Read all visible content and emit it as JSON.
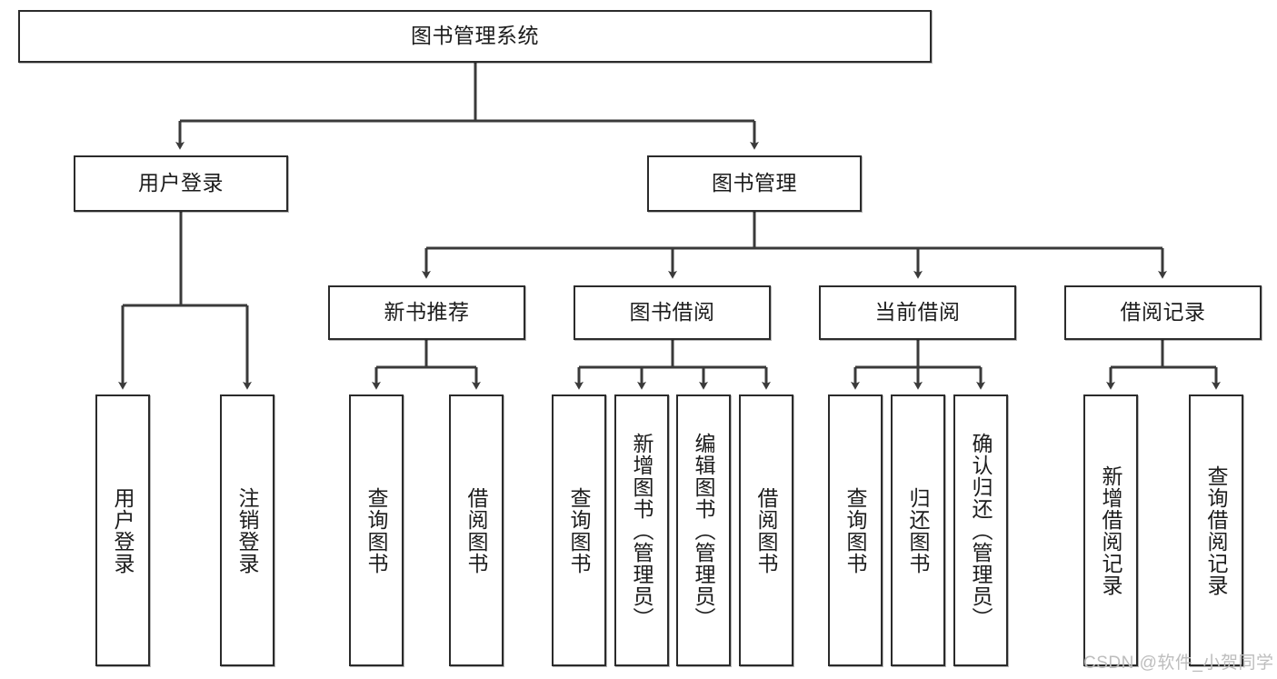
{
  "diagram": {
    "type": "tree-hierarchy-chart",
    "root": {
      "id": "root",
      "label": "图书管理系统"
    },
    "level2": [
      {
        "id": "user-login",
        "label": "用户登录"
      },
      {
        "id": "book-manage",
        "label": "图书管理"
      }
    ],
    "level3": [
      {
        "id": "new-book-rec",
        "label": "新书推荐",
        "parent": "book-manage"
      },
      {
        "id": "book-borrow",
        "label": "图书借阅",
        "parent": "book-manage"
      },
      {
        "id": "current-borrow",
        "label": "当前借阅",
        "parent": "book-manage"
      },
      {
        "id": "borrow-record",
        "label": "借阅记录",
        "parent": "book-manage"
      }
    ],
    "leaves": [
      {
        "id": "leaf-user-login",
        "label": "用户登录",
        "parent": "user-login"
      },
      {
        "id": "leaf-logout-login",
        "label": "注销登录",
        "parent": "user-login"
      },
      {
        "id": "leaf-query-book-1",
        "label": "查询图书",
        "parent": "new-book-rec"
      },
      {
        "id": "leaf-borrow-book-1",
        "label": "借阅图书",
        "parent": "new-book-rec"
      },
      {
        "id": "leaf-query-book-2",
        "label": "查询图书",
        "parent": "book-borrow"
      },
      {
        "id": "leaf-add-book",
        "label": "新增图书（管理员）",
        "parent": "book-borrow"
      },
      {
        "id": "leaf-edit-book",
        "label": "编辑图书（管理员）",
        "parent": "book-borrow"
      },
      {
        "id": "leaf-borrow-book-2",
        "label": "借阅图书",
        "parent": "book-borrow"
      },
      {
        "id": "leaf-query-book-3",
        "label": "查询图书",
        "parent": "current-borrow"
      },
      {
        "id": "leaf-return-book",
        "label": "归还图书",
        "parent": "current-borrow"
      },
      {
        "id": "leaf-confirm-return",
        "label": "确认归还（管理员）",
        "parent": "current-borrow"
      },
      {
        "id": "leaf-add-record",
        "label": "新增借阅记录",
        "parent": "borrow-record"
      },
      {
        "id": "leaf-query-record",
        "label": "查询借阅记录",
        "parent": "borrow-record"
      }
    ],
    "colors": {
      "box_border": "#2b2b2b",
      "box_fill": "#ffffff",
      "connector": "#3a3a3a",
      "text": "#1c1c1c",
      "watermark": "#bdbdbd",
      "background": "#ffffff"
    }
  },
  "watermark": {
    "text": "CSDN @软件_小贺同学"
  }
}
